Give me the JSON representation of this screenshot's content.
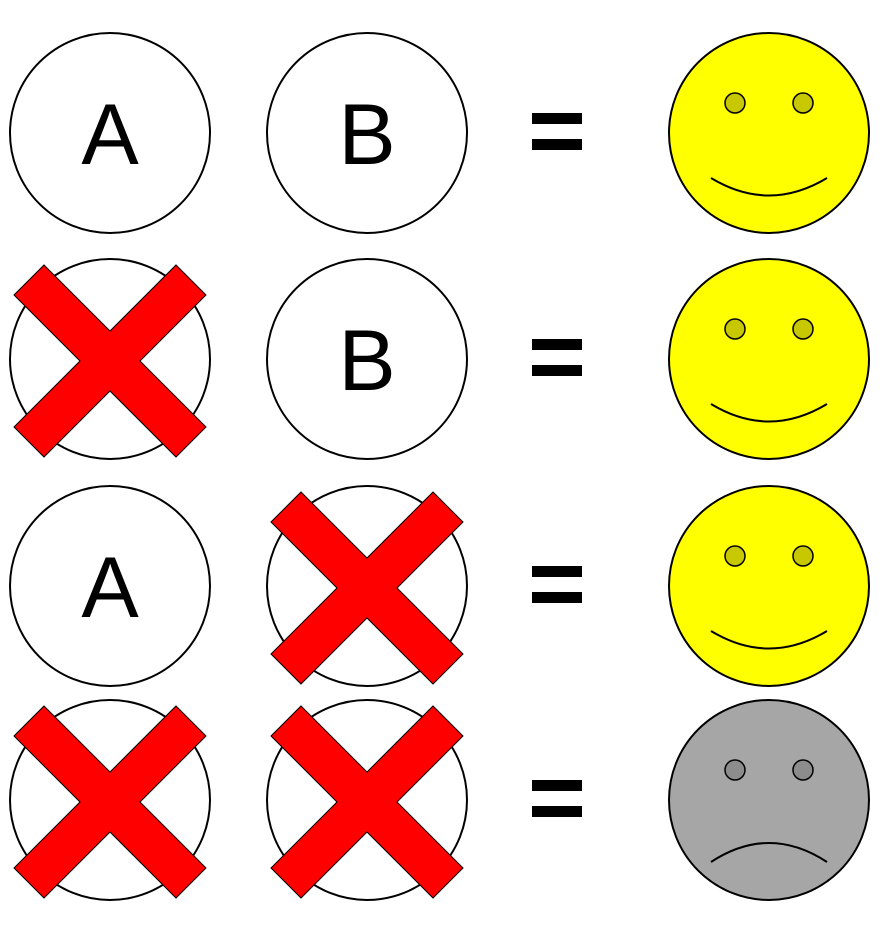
{
  "colors": {
    "cross": "#ff0000",
    "happy_face": "#ffff00",
    "sad_face": "#a6a6a6",
    "outline": "#000000",
    "background": "#ffffff"
  },
  "rows": [
    {
      "left": {
        "state": "present",
        "label": "A"
      },
      "right": {
        "state": "present",
        "label": "B"
      },
      "equals": "=",
      "result": {
        "face": "happy",
        "icon": "smiley-face-icon"
      }
    },
    {
      "left": {
        "state": "crossed",
        "label": ""
      },
      "right": {
        "state": "present",
        "label": "B"
      },
      "equals": "=",
      "result": {
        "face": "happy",
        "icon": "smiley-face-icon"
      }
    },
    {
      "left": {
        "state": "present",
        "label": "A"
      },
      "right": {
        "state": "crossed",
        "label": ""
      },
      "equals": "=",
      "result": {
        "face": "happy",
        "icon": "smiley-face-icon"
      }
    },
    {
      "left": {
        "state": "crossed",
        "label": ""
      },
      "right": {
        "state": "crossed",
        "label": ""
      },
      "equals": "=",
      "result": {
        "face": "sad",
        "icon": "frowning-face-icon"
      }
    }
  ]
}
